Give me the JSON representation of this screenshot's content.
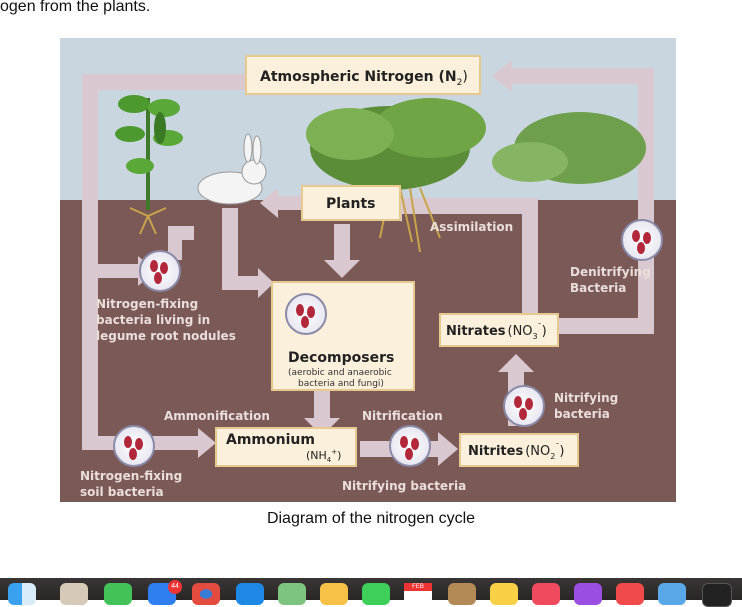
{
  "page": {
    "top_text": "ogen from the plants.",
    "caption": "Diagram of the nitrogen cycle"
  },
  "diagram": {
    "atmospheric": "Atmospheric Nitrogen (N",
    "atmospheric_sub": "2",
    "atmospheric_close": ")",
    "plants": "Plants",
    "assimilation": "Assimilation",
    "denitrifying_1": "Denitrifying",
    "denitrifying_2": "Bacteria",
    "fixing_root_1": "Nitrogen-fixing",
    "fixing_root_2": "bacteria living in",
    "fixing_root_3": "legume root nodules",
    "decomposers_title": "Decomposers",
    "decomposers_sub_1": "(aerobic and anaerobic",
    "decomposers_sub_2": "bacteria and fungi)",
    "nitrates": "Nitrates",
    "nitrates_formula": "(NO",
    "nitrates_sub": "3",
    "nitrates_sup": "¯",
    "nitrates_close": ")",
    "nitrifying_1": "Nitrifying",
    "nitrifying_2": "bacteria",
    "ammonification": "Ammonification",
    "nitrification": "Nitrification",
    "ammonium": "Ammonium",
    "ammonium_formula": "(NH",
    "ammonium_sub": "4",
    "ammonium_sup": "+",
    "ammonium_close": ")",
    "nitrites": "Nitrites",
    "nitrites_formula": "(NO",
    "nitrites_sub": "2",
    "nitrites_sup": "¯",
    "nitrites_close": ")",
    "soil_1": "Nitrogen-fixing",
    "soil_2": "soil bacteria",
    "nitrifying_bottom": "Nitrifying bacteria"
  },
  "dock": {
    "badge": "44",
    "calendar_month": "FEB"
  },
  "colors": {
    "sky": "#c9d6e0",
    "soil": "#7a5957",
    "arrow": "#d9c8cf",
    "box_fill": "#fbf0dc",
    "box_border": "#e5c98f",
    "bacteria": "#b2283a",
    "dock": "#2f2b2a"
  }
}
